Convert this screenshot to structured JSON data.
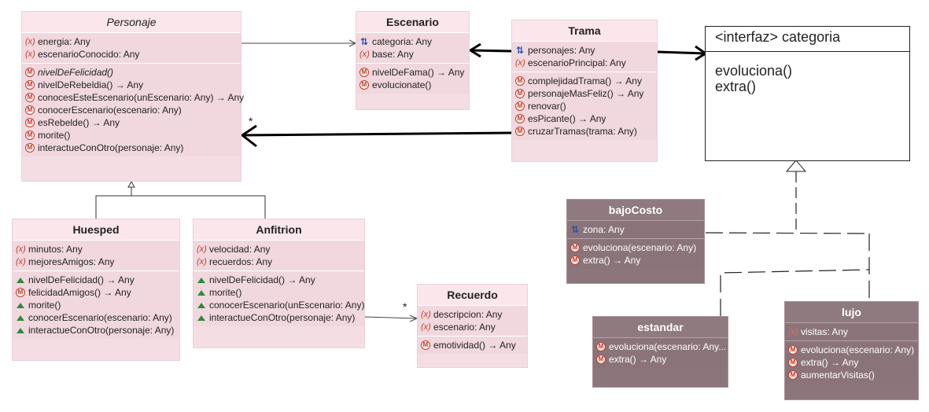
{
  "classes": {
    "personaje": {
      "name": "Personaje",
      "fields": [
        "energia: Any",
        "escenarioConocido: Any"
      ],
      "methods": [
        "nivelDeFelicidad()",
        "nivelDeRebeldia() → Any",
        "conocesEsteEscenario(unEscenario: Any) → Any",
        "conocerEscenario(escenario: Any)",
        "esRebelde() → Any",
        "morite()",
        "interactueConOtro(personaje: Any)"
      ]
    },
    "escenario": {
      "name": "Escenario",
      "fields": [
        "categoria: Any",
        "base: Any"
      ],
      "methods": [
        "nivelDeFama() → Any",
        "evolucionate()"
      ]
    },
    "trama": {
      "name": "Trama",
      "fields": [
        "personajes: Any",
        "escenarioPrincipal: Any"
      ],
      "methods": [
        "complejidadTrama() → Any",
        "personajeMasFeliz() → Any",
        "renovar()",
        "esPicante() → Any",
        "cruzarTramas(trama: Any)"
      ]
    },
    "huesped": {
      "name": "Huesped",
      "fields": [
        "minutos: Any",
        "mejoresAmigos: Any"
      ],
      "methods": [
        "nivelDeFelicidad() → Any",
        "felicidadAmigos() → Any",
        "morite()",
        "conocerEscenario(escenario: Any)",
        "interactueConOtro(personaje: Any)"
      ]
    },
    "anfitrion": {
      "name": "Anfitrion",
      "fields": [
        "velocidad: Any",
        "recuerdos: Any"
      ],
      "methods": [
        "nivelDeFelicidad() → Any",
        "morite()",
        "conocerEscenario(unEscenario: Any)",
        "interactueConOtro(personaje: Any)"
      ]
    },
    "recuerdo": {
      "name": "Recuerdo",
      "fields": [
        "descripcion: Any",
        "escenario: Any"
      ],
      "methods": [
        "emotividad() → Any"
      ]
    },
    "bajoCosto": {
      "name": "bajoCosto",
      "fields": [
        "zona: Any"
      ],
      "methods": [
        "evoluciona(escenario: Any)",
        "extra() → Any"
      ]
    },
    "estandar": {
      "name": "estandar",
      "fields": [],
      "methods": [
        "evoluciona(escenario: Any...",
        "extra() → Any"
      ]
    },
    "lujo": {
      "name": "lujo",
      "fields": [
        "visitas: Any"
      ],
      "methods": [
        "evoluciona(escenario: Any)",
        "extra() → Any",
        "aumentarVisitas()"
      ]
    }
  },
  "interface": {
    "title": "<interfaz> categoria",
    "methods": [
      "evoluciona()",
      "extra()"
    ]
  },
  "multiplicities": {
    "trama_personajes": "*",
    "anfitrion_recuerdos": "*"
  },
  "icons": {
    "field": "field-icon",
    "method": "method-icon",
    "sync_field": "sync-field-icon",
    "inherited_method": "inherited-method-icon"
  },
  "colors": {
    "class_fill": "#f4dde3",
    "dark_class_fill": "#8c767b",
    "field_icon": "#c3402a",
    "inherited_icon": "#2e8b3a",
    "sync_icon": "#2a4fb0"
  }
}
